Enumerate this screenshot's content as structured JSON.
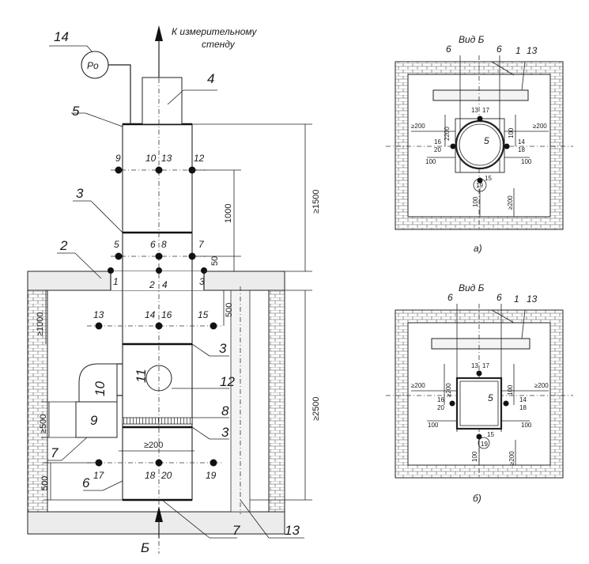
{
  "main_drawing": {
    "arrow_caption_line1": "К измерительному",
    "arrow_caption_line2": "стенду",
    "gauge_symbol": "Po",
    "section_letter": "Б",
    "callouts": {
      "c14": "14",
      "c4": "4",
      "c5": "5",
      "c3a": "3",
      "c2": "2",
      "c3b": "3",
      "c12": "12",
      "c10": "10",
      "c11": "11",
      "c9": "9",
      "c8": "8",
      "c3c": "3",
      "c7a": "7",
      "c6": "6",
      "c7b": "7",
      "c13": "13"
    },
    "points": {
      "p9": "9",
      "p10": "10",
      "p13a": "13",
      "p12a": "12",
      "p5": "5",
      "p6": "6",
      "p8": "8",
      "p7": "7",
      "p1": "1",
      "p2": "2",
      "p4": "4",
      "p3": "3",
      "p13b": "13",
      "p14": "14",
      "p16": "16",
      "p15": "15",
      "p17": "17",
      "p18": "18",
      "p20": "20",
      "p19": "19"
    },
    "dimensions": {
      "d1500": "≥1500",
      "d1000": "1000",
      "d50": "50",
      "d500a": "500",
      "d1000b": "≥1000",
      "d2500": "≥2500",
      "d500b": "≥500",
      "d200": "≥200",
      "d500c": "500"
    }
  },
  "view_a": {
    "title": "Вид Б",
    "caption": "а)",
    "labels": {
      "l6a": "6",
      "l6b": "6",
      "l1": "1",
      "l13": "13",
      "l5": "5"
    },
    "points": {
      "p13": "13",
      "p17": "17",
      "p16": "16",
      "p20": "20",
      "p14": "14",
      "p18": "18",
      "p15": "15",
      "p19": "19"
    },
    "dims": {
      "d200a": "≥200",
      "d200b": "≥200",
      "d100a": "100",
      "d100b": "100",
      "d2200": "2200",
      "d100c": "100",
      "d200c": "≥200",
      "d100d": "100"
    }
  },
  "view_b": {
    "title": "Вид Б",
    "caption": "б)",
    "labels": {
      "l6a": "6",
      "l6b": "6",
      "l1": "1",
      "l13": "13",
      "l5": "5"
    },
    "points": {
      "p13": "13",
      "p17": "17",
      "p16": "16",
      "p20": "20",
      "p14": "14",
      "p18": "18",
      "p15": "15",
      "p19": "19"
    },
    "dims": {
      "d200a": "≥200",
      "d200b": "≥200",
      "d200s": "≥200",
      "d100a": "100",
      "d100b": "100",
      "d100c": "100",
      "d100d": "100",
      "d200c": "≥200"
    }
  }
}
